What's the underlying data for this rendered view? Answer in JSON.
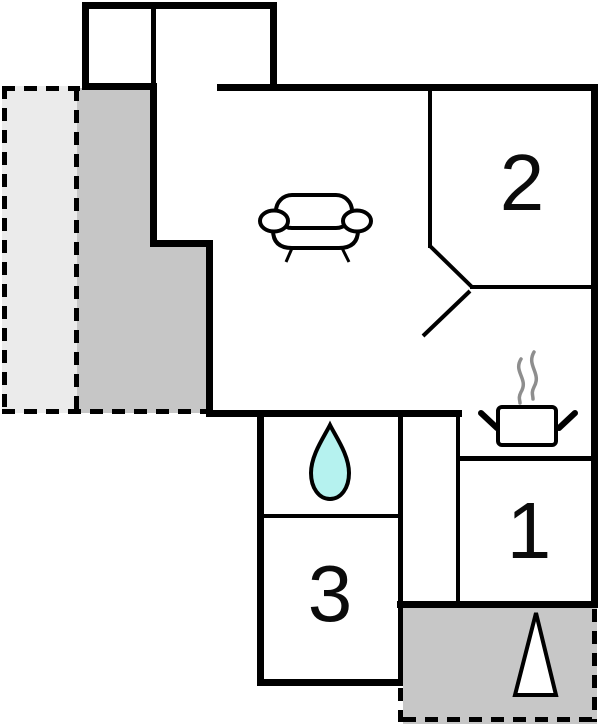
{
  "floorplan": {
    "type": "vacation-home-floor-plan",
    "rooms": [
      {
        "label": "2"
      },
      {
        "label": "1"
      },
      {
        "label": "3"
      }
    ],
    "icons": {
      "living": "sofa-icon",
      "kitchen": "steaming-pot-icon",
      "bathroom": "water-drop-icon",
      "entrance": "entrance-triangle-icon"
    },
    "colors": {
      "wall": "#000000",
      "terrace_light": "#ebebeb",
      "terrace_dark": "#c6c6c6",
      "terrace_entry": "#c7c7c7",
      "water_drop": "#b5f2ef",
      "steam": "#8e8e8e",
      "background": "#ffffff"
    }
  }
}
